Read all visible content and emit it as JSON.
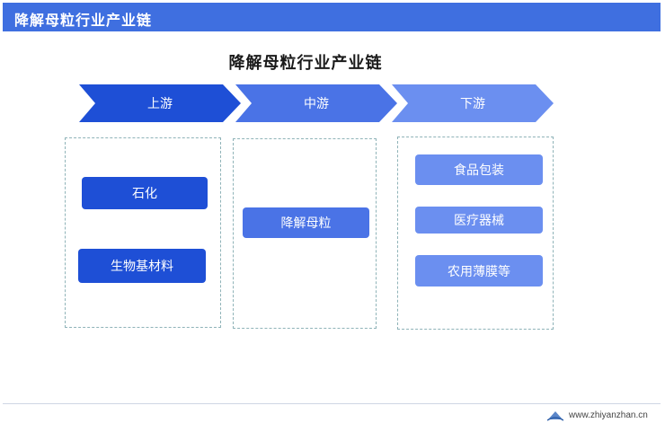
{
  "header": {
    "title": "降解母粒行业产业链"
  },
  "main_title": "降解母粒行业产业链",
  "stages": [
    {
      "label": "上游",
      "items": [
        "石化",
        "生物基材料"
      ]
    },
    {
      "label": "中游",
      "items": [
        "降解母粒"
      ]
    },
    {
      "label": "下游",
      "items": [
        "食品包装",
        "医疗器械",
        "农用薄膜等"
      ]
    }
  ],
  "footer": {
    "url": "www.zhiyanzhan.cn"
  }
}
